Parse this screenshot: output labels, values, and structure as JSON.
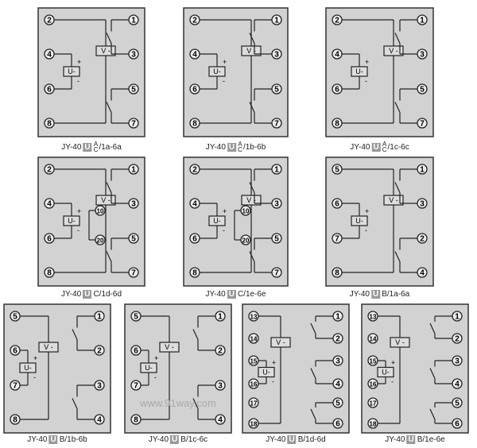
{
  "panels": [
    {
      "caption": {
        "prefix": "JY-40",
        "badge": "U",
        "stack": [
          "A",
          "C"
        ],
        "suffix": "/1a-6a"
      },
      "left": [
        "2",
        "4",
        "6",
        "8"
      ],
      "right": [
        "1",
        "3",
        "5",
        "7"
      ],
      "mid": [],
      "v_label": "V -",
      "u_label": "U-",
      "contacts": [
        "no",
        "no"
      ]
    },
    {
      "caption": {
        "prefix": "JY-40",
        "badge": "U",
        "stack": [
          "A",
          "C"
        ],
        "suffix": "/1b-6b"
      },
      "left": [
        "2",
        "4",
        "6",
        "8"
      ],
      "right": [
        "1",
        "3",
        "5",
        "7"
      ],
      "mid": [],
      "v_label": "V -",
      "u_label": "U-",
      "contacts": [
        "no",
        "no"
      ]
    },
    {
      "caption": {
        "prefix": "JY-40",
        "badge": "U",
        "stack": [
          "A",
          "C"
        ],
        "suffix": "/1c-6c"
      },
      "left": [
        "2",
        "4",
        "6",
        "8"
      ],
      "right": [
        "1",
        "3",
        "5",
        "7"
      ],
      "mid": [],
      "v_label": "V -",
      "u_label": "U-",
      "contacts": [
        "no",
        "no"
      ]
    },
    {
      "caption": {
        "prefix": "JY-40",
        "badge": "U",
        "stack": [],
        "suffix": "C/1d-6d"
      },
      "left": [
        "2",
        "4",
        "6",
        "8"
      ],
      "right": [
        "1",
        "3",
        "5",
        "7"
      ],
      "mid": [
        "10",
        "20"
      ],
      "v_label": "V -",
      "u_label": "U-",
      "contacts": [
        "no",
        "no"
      ]
    },
    {
      "caption": {
        "prefix": "JY-40",
        "badge": "U",
        "stack": [],
        "suffix": "C/1e-6e"
      },
      "left": [
        "2",
        "4",
        "6",
        "8"
      ],
      "right": [
        "1",
        "3",
        "5",
        "7"
      ],
      "mid": [
        "10",
        "20"
      ],
      "v_label": "V -",
      "u_label": "U-",
      "contacts": [
        "no",
        "no"
      ]
    },
    {
      "caption": {
        "prefix": "JY-40",
        "badge": "U",
        "stack": [],
        "suffix": "B/1a-6a"
      },
      "left": [
        "5",
        "6",
        "7",
        "8"
      ],
      "right": [
        "1",
        "3",
        "2",
        "4"
      ],
      "mid": [],
      "v_label": "V -",
      "u_label": "U-",
      "contacts": [
        "no",
        "no"
      ]
    },
    {
      "caption": {
        "prefix": "JY-40",
        "badge": "U",
        "stack": [],
        "suffix": "B/1b-6b"
      },
      "left": [
        "5",
        "6",
        "7",
        "8"
      ],
      "right": [
        "1",
        "2",
        "3",
        "4"
      ],
      "mid": [],
      "v_label": "V -",
      "u_label": "U-",
      "contacts": [
        "no",
        "nc"
      ]
    },
    {
      "caption": {
        "prefix": "JY-40",
        "badge": "U",
        "stack": [],
        "suffix": "B/1c-6c"
      },
      "left": [
        "5",
        "6",
        "7",
        "8"
      ],
      "right": [
        "1",
        "2",
        "3",
        "4"
      ],
      "mid": [],
      "v_label": "V -",
      "u_label": "U-",
      "contacts": [
        "no",
        "nc"
      ]
    },
    {
      "caption": {
        "prefix": "JY-40",
        "badge": "U",
        "stack": [],
        "suffix": "B/1d-6d"
      },
      "left": [
        "13",
        "14",
        "15",
        "16",
        "17",
        "18"
      ],
      "right": [
        "1",
        "2",
        "3",
        "4",
        "5",
        "6"
      ],
      "mid": [],
      "v_label": "V -",
      "u_label": "U-",
      "contacts": [
        "no",
        "no",
        "nc"
      ]
    },
    {
      "caption": {
        "prefix": "JY-40",
        "badge": "U",
        "stack": [],
        "suffix": "B/1e-6e"
      },
      "left": [
        "13",
        "14",
        "15",
        "16",
        "17",
        "18"
      ],
      "right": [
        "1",
        "2",
        "3",
        "4",
        "5",
        "6"
      ],
      "mid": [],
      "v_label": "V -",
      "u_label": "U-",
      "contacts": [
        "nc",
        "nc",
        "no"
      ]
    }
  ],
  "watermark": "www.91way.com",
  "colors": {
    "panel": "#d2d2d2",
    "line": "#222222"
  }
}
